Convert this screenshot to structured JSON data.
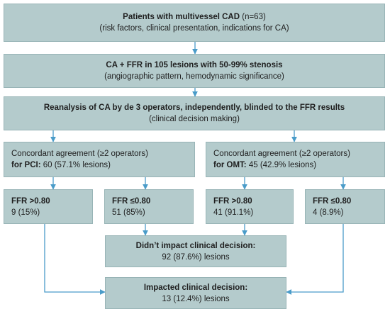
{
  "boxes": {
    "patients": {
      "line1_bold": "Patients with multivessel CAD",
      "line1_rest": " (n=63)",
      "line2": "(risk factors, clinical presentation, indications for CA)"
    },
    "ca_ffr": {
      "line1_bold": "CA + FFR in 105 lesions with 50-99% stenosis",
      "line2": "(angiographic pattern, hemodynamic significance)"
    },
    "reanalysis": {
      "line1_bold": "Reanalysis of CA by de 3 operators, independently, blinded to the FFR results",
      "line2": "(clinical decision making)"
    },
    "pci": {
      "line1": "Concordant agreement (≥2 operators)",
      "line2_bold": "for PCI:",
      "line2_rest": " 60 (57.1% lesions)"
    },
    "omt": {
      "line1": "Concordant agreement (≥2 operators)",
      "line2_bold": "for OMT:",
      "line2_rest": " 45 (42.9% lesions)"
    },
    "pci_ffr_high": {
      "label": "FFR >0.80",
      "value": "9 (15%)"
    },
    "pci_ffr_low": {
      "label": "FFR ≤0.80",
      "value": "51 (85%)"
    },
    "omt_ffr_high": {
      "label": "FFR >0.80",
      "value": "41 (91.1%)"
    },
    "omt_ffr_low": {
      "label": "FFR ≤0.80",
      "value": "4 (8.9%)"
    },
    "not_impacted": {
      "label": "Didn’t impact clinical decision:",
      "value": "92 (87.6%) lesions"
    },
    "impacted": {
      "label": "Impacted clinical decision:",
      "value": "13 (12.4%) lesions"
    }
  },
  "colors": {
    "box_fill": "#b4cbcc",
    "box_border": "#98b4b6",
    "arrow": "#4a9cc9"
  }
}
